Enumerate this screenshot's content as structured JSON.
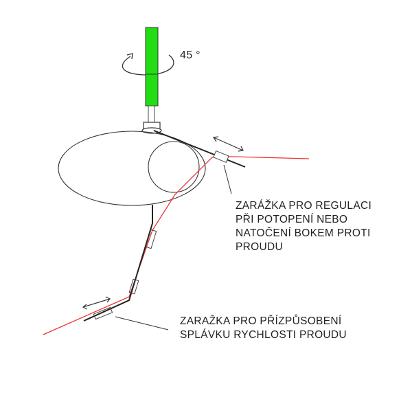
{
  "rotation_label": "45 °",
  "label_top": [
    "ZARÁŽKA PRO REGULACI",
    "PŘI POTOPENÍ NEBO",
    "NATOČENÍ BOKEM PROTI",
    "PROUDU"
  ],
  "label_bottom": [
    "ZARAŽKA PRO PŘÍZPŮSOBENÍ",
    "SPLÁVKU RYCHLOSTI PROUDU"
  ],
  "colors": {
    "rod": "#22dd11",
    "line": "#ee3333",
    "ink": "#222222"
  }
}
